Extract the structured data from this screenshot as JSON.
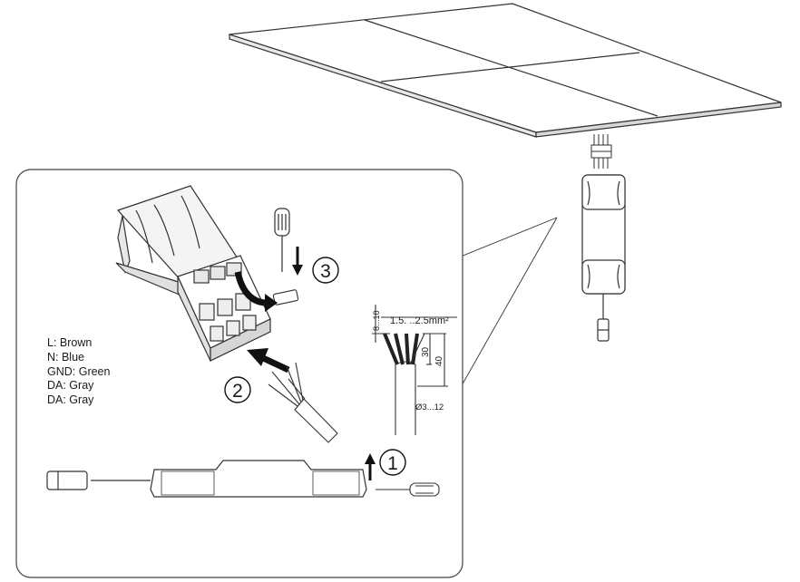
{
  "wire_legend": [
    {
      "text": "L: Brown"
    },
    {
      "text": "N: Blue"
    },
    {
      "text": "GND: Green"
    },
    {
      "text": "DA: Gray"
    },
    {
      "text": "DA: Gray"
    }
  ],
  "steps": {
    "step1": "1",
    "step2": "2",
    "step3": "3"
  },
  "dimensions": {
    "strip_length": "8...10",
    "wire_cross_section": "1.5.   ..2.5mm²",
    "inner_length": "30",
    "outer_length": "40",
    "cable_diameter": "Ø3...12"
  }
}
